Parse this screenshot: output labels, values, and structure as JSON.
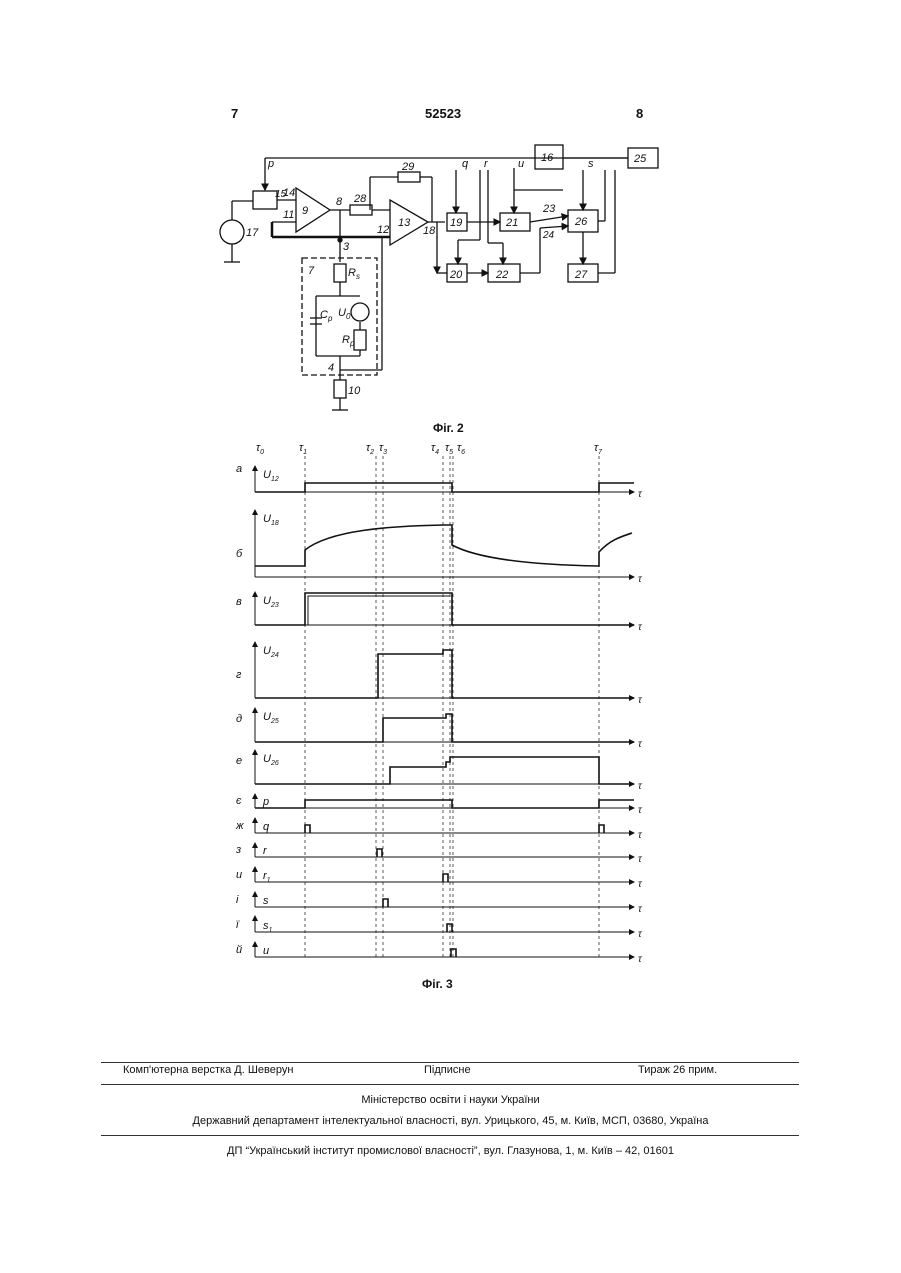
{
  "header": {
    "left_page": "7",
    "patent_number": "52523",
    "right_page": "8"
  },
  "fig2": {
    "caption": "Фіг. 2",
    "blocks": [
      "15",
      "9",
      "13",
      "19",
      "20",
      "21",
      "22",
      "16",
      "25",
      "26",
      "27"
    ],
    "numbers": [
      "14",
      "11",
      "8",
      "28",
      "29",
      "12",
      "18",
      "3",
      "7",
      "4",
      "10",
      "17",
      "23",
      "24"
    ],
    "components": [
      "R",
      "C",
      "U",
      "R"
    ],
    "subscripts": [
      "s",
      "p",
      "0",
      "p"
    ],
    "signals": [
      "p",
      "q",
      "r",
      "u",
      "s"
    ]
  },
  "fig3": {
    "caption": "Фіг. 3",
    "tau_labels": [
      "τ",
      "τ",
      "τ",
      "τ",
      "τ",
      "τ",
      "τ",
      "τ"
    ],
    "tau_subs": [
      "0",
      "1",
      "2",
      "3",
      "4",
      "5",
      "6",
      "7"
    ],
    "rows": [
      {
        "letter": "а",
        "sig": "U",
        "sub": "12"
      },
      {
        "letter": "б",
        "sig": "U",
        "sub": "18"
      },
      {
        "letter": "в",
        "sig": "U",
        "sub": "23"
      },
      {
        "letter": "г",
        "sig": "U",
        "sub": "24"
      },
      {
        "letter": "д",
        "sig": "U",
        "sub": "25"
      },
      {
        "letter": "е",
        "sig": "U",
        "sub": "26"
      },
      {
        "letter": "є",
        "sig": "p",
        "sub": ""
      },
      {
        "letter": "ж",
        "sig": "q",
        "sub": ""
      },
      {
        "letter": "з",
        "sig": "r",
        "sub": ""
      },
      {
        "letter": "и",
        "sig": "r",
        "sub": "1"
      },
      {
        "letter": "і",
        "sig": "s",
        "sub": ""
      },
      {
        "letter": "ї",
        "sig": "s",
        "sub": "1"
      },
      {
        "letter": "й",
        "sig": "u",
        "sub": ""
      }
    ],
    "axis_label": "τ"
  },
  "footer": {
    "layout": "Комп'ютерна верстка Д. Шеверун",
    "signed": "Підписне",
    "circulation": "Тираж 26 прим.",
    "ministry": "Міністерство освіти і науки України",
    "department": "Державний департамент інтелектуальної власності, вул. Урицького, 45, м. Київ, МСП, 03680, Україна",
    "institute": "ДП “Український інститут промислової власності”, вул. Глазунова, 1, м. Київ – 42, 01601"
  }
}
